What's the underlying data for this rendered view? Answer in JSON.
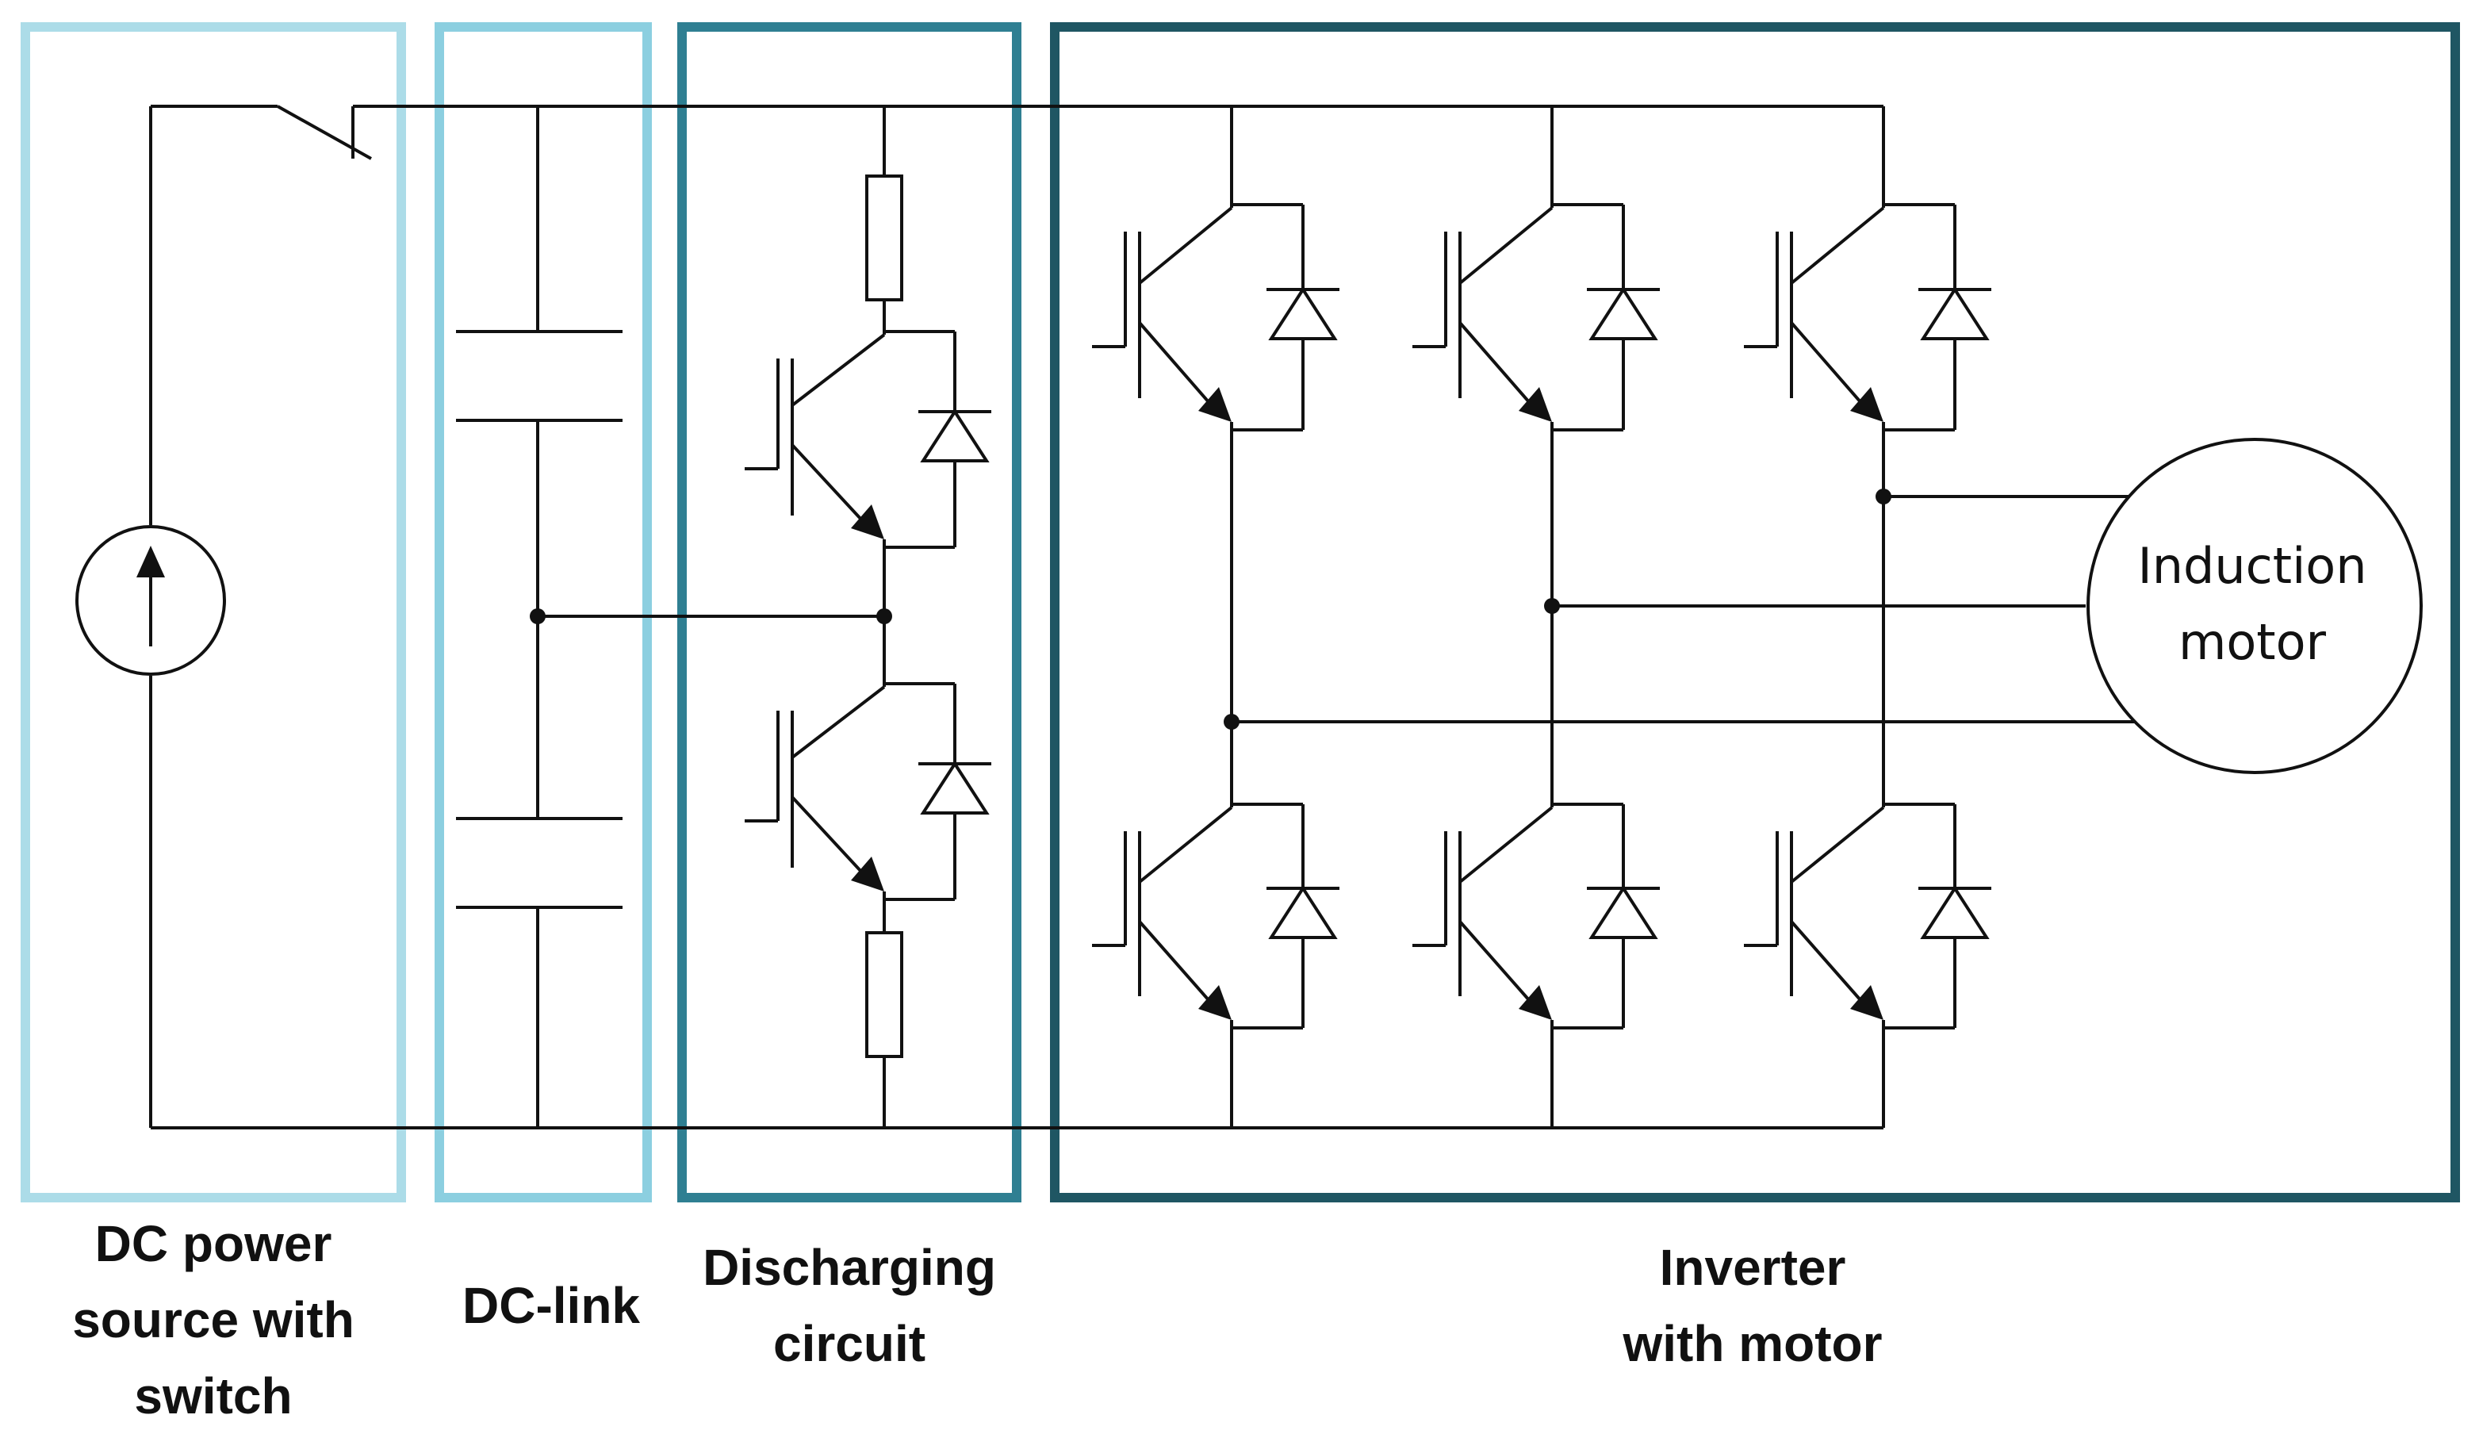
{
  "sections": [
    {
      "id": "dc-source",
      "lines": [
        "DC power",
        "source with",
        "switch"
      ],
      "color": "#acdce8"
    },
    {
      "id": "dc-link",
      "lines": [
        "DC-link"
      ],
      "color": "#8ccfe0"
    },
    {
      "id": "discharging",
      "lines": [
        "Discharging",
        "circuit"
      ],
      "color": "#2f7f92"
    },
    {
      "id": "inverter",
      "lines": [
        "Inverter",
        "with motor"
      ],
      "color": "#1f5663"
    }
  ],
  "motor": {
    "lines": [
      "Induction",
      "motor"
    ]
  },
  "icons": {
    "source": "dc-current-source-icon",
    "switch": "switch-icon",
    "capacitor": "capacitor-icon",
    "resistor": "resistor-icon",
    "transistor": "igbt-icon",
    "diode": "diode-icon",
    "motor": "induction-motor-icon",
    "junction": "junction-dot-icon"
  }
}
